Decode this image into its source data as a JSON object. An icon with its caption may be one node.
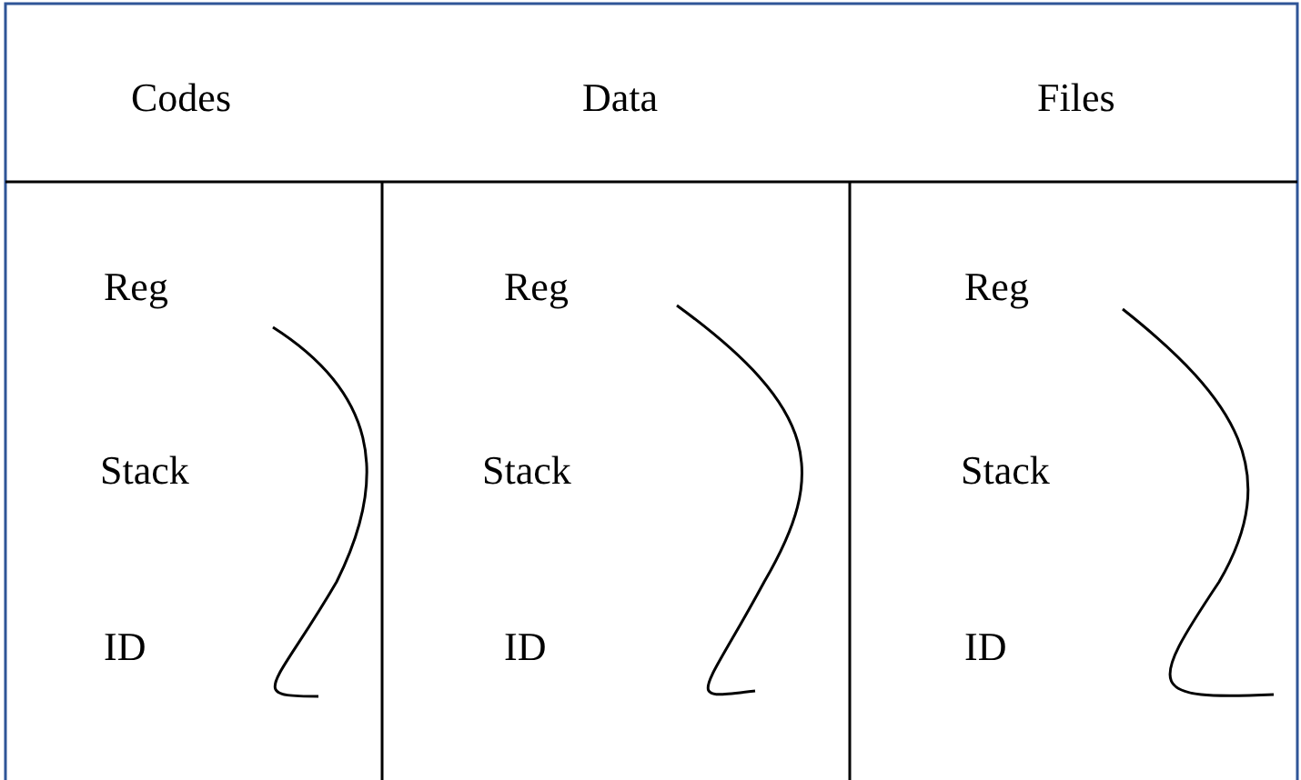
{
  "diagram": {
    "labels": [
      "Codes",
      "Data",
      "Files",
      "Reg",
      "Reg",
      "Reg",
      "Stack",
      "Stack",
      "Stack",
      "ID",
      "ID",
      "ID"
    ]
  }
}
